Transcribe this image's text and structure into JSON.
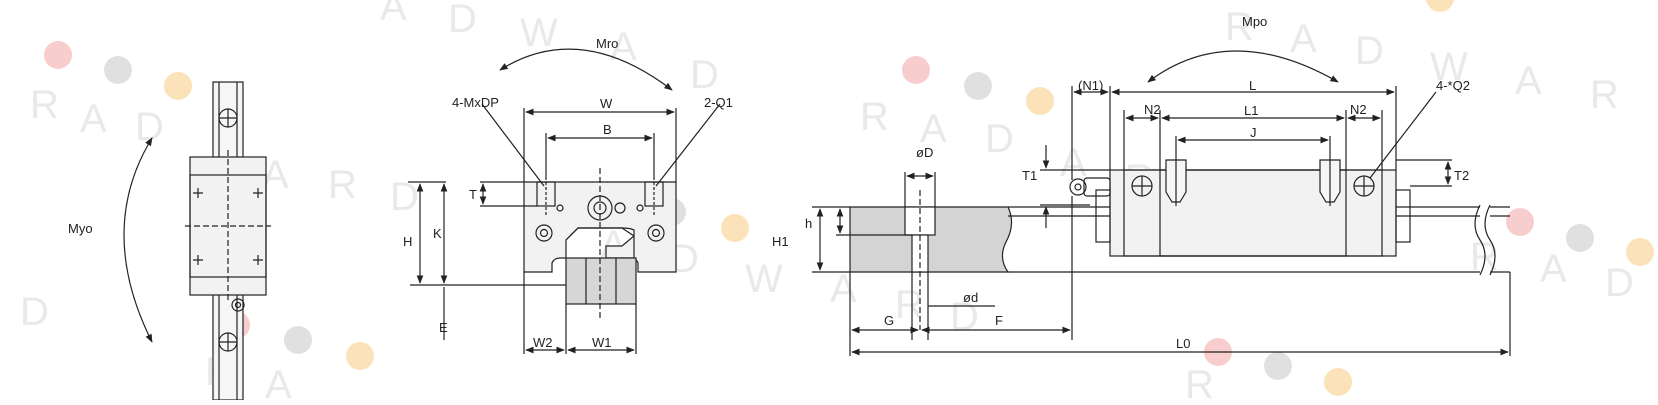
{
  "watermark": {
    "letters": [
      "R",
      "A",
      "D",
      "W",
      "A",
      "R",
      "D"
    ],
    "colors": {
      "letter": "#e8e8e8",
      "dot_red": "#f8c9c9",
      "dot_grey": "#dcdcdc",
      "dot_orange": "#fbe0b5"
    }
  },
  "colors": {
    "line": "#222222",
    "rail_fill": "#d4d4d4",
    "block_fill": "#f2f2f2",
    "bg": "#ffffff"
  },
  "top_view": {
    "moment": "Myo"
  },
  "front_view": {
    "moment": "Mro",
    "labels": {
      "mounting_holes": "4-MxDP",
      "lube_port": "2-Q1",
      "W": "W",
      "B": "B",
      "T": "T",
      "H": "H",
      "K": "K",
      "E": "E",
      "W2": "W2",
      "W1": "W1"
    }
  },
  "side_view": {
    "moment": "Mpo",
    "labels": {
      "N1": "(N1)",
      "L": "L",
      "N2_left": "N2",
      "L1": "L1",
      "N2_right": "N2",
      "J": "J",
      "Q2": "4-*Q2",
      "T1": "T1",
      "T2": "T2",
      "D": "øD",
      "h": "h",
      "H1": "H1",
      "d": "ød",
      "G": "G",
      "F": "F",
      "L0": "L0"
    }
  }
}
